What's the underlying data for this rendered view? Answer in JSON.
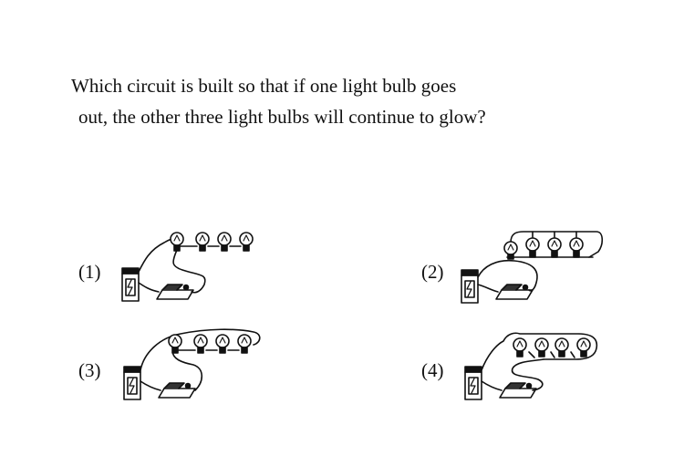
{
  "question": {
    "line1": "Which circuit is built so that if one light bulb goes",
    "line2": "out, the other three light bulbs will continue to glow?"
  },
  "options": [
    {
      "label": "(1)",
      "wiring": "series"
    },
    {
      "label": "(2)",
      "wiring": "parallel"
    },
    {
      "label": "(3)",
      "wiring": "series"
    },
    {
      "label": "(4)",
      "wiring": "series"
    }
  ],
  "colors": {
    "ink": "#111111",
    "paper": "#ffffff"
  }
}
